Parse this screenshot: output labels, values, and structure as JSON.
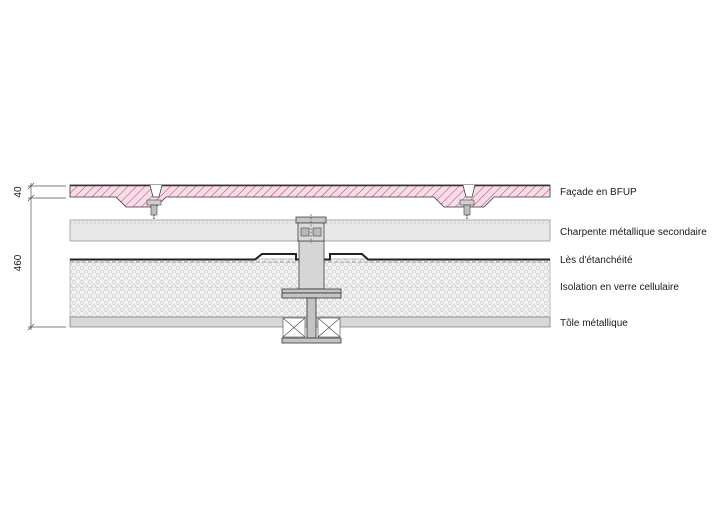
{
  "dimensions": {
    "top": "40",
    "main": "460"
  },
  "labels": {
    "facade": "Façade en BFUP",
    "charpente": "Charpente métallique secondaire",
    "les": "Lès d'étanchéité",
    "isolation": "Isolation en verre cellulaire",
    "tole": "Tôle métallique"
  },
  "colors": {
    "facade_hatch": "#c0306a",
    "facade_fill": "#f7dde8",
    "charpente_fill": "#e8e8e8",
    "isolation_fill": "#f2f2f2",
    "tole_fill": "#d8d8d8",
    "steel_fill": "#c4c4c4",
    "line": "#333333"
  }
}
